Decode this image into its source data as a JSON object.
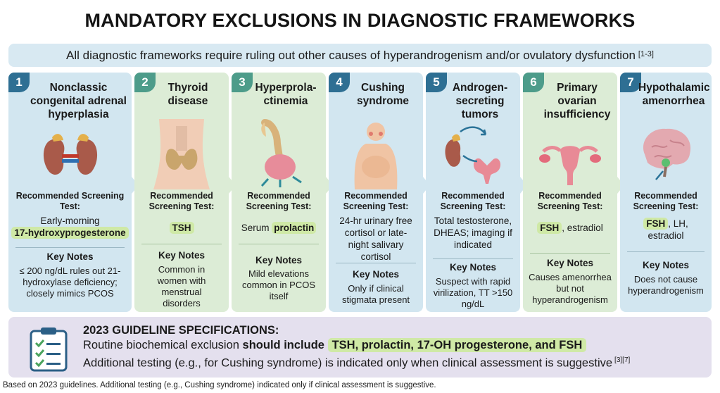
{
  "title": "MANDATORY EXCLUSIONS IN DIAGNOSTIC FRAMEWORKS",
  "subtitle": {
    "text": "All diagnostic frameworks require ruling out other causes of hyperandrogenism and/or ovulatory dysfunction",
    "ref": "[1-3]"
  },
  "columns": [
    {
      "number": "1",
      "title": "Nonclassic congenital adrenal hyperplasia",
      "test_label": "Recommended Screening Test:",
      "test_pre": "Early-morning",
      "test_highlight": "17-hydroxyprogesterone",
      "test_post": "",
      "notes_label": "Key Notes",
      "notes": "≤ 200 ng/dL rules out 21-hydroxylase deficiency; closely mimics PCOS",
      "icon": "adrenal-kidneys-icon"
    },
    {
      "number": "2",
      "title": "Thyroid disease",
      "test_label": "Recommended Screening Test:",
      "test_pre": "",
      "test_highlight": "TSH",
      "test_post": "",
      "notes_label": "Key Notes",
      "notes": "Common in women with menstrual disorders",
      "icon": "thyroid-neck-icon"
    },
    {
      "number": "3",
      "title": "Hyperprola-ctinemia",
      "test_label": "Recommended Screening Test:",
      "test_pre": "Serum",
      "test_highlight": "prolactin",
      "test_post": "",
      "notes_label": "Key Notes",
      "notes": "Mild elevations common in PCOS itself",
      "icon": "pituitary-gland-icon"
    },
    {
      "number": "4",
      "title": "Cushing syndrome",
      "test_label": "Recommended Screening Test:",
      "test_pre": "24-hr urinary free cortisol or late-night salivary cortisol",
      "test_highlight": "",
      "test_post": "",
      "notes_label": "Key Notes",
      "notes": "Only if clinical stigmata present",
      "icon": "body-figure-icon"
    },
    {
      "number": "5",
      "title": "Androgen-secreting tumors",
      "test_label": "Recommended Screening Test:",
      "test_pre": "Total testosterone, DHEAS; imaging if indicated",
      "test_highlight": "",
      "test_post": "",
      "notes_label": "Key Notes",
      "notes": "Suspect with rapid virilization, TT >150 ng/dL",
      "icon": "adrenal-ovary-icon"
    },
    {
      "number": "6",
      "title": "Primary ovarian insufficiency",
      "test_label": "Recommended Screening Test:",
      "test_pre": "",
      "test_highlight": "FSH",
      "test_post": ", estradiol",
      "notes_label": "Key Notes",
      "notes": "Causes amenorrhea but not hyperandrogenism",
      "icon": "uterus-ovaries-icon"
    },
    {
      "number": "7",
      "title": "Hypothalamic amenorrhea",
      "test_label": "Recommended Screening Test:",
      "test_pre": "",
      "test_highlight": "FSH",
      "test_post": ", LH, estradiol",
      "notes_label": "Key Notes",
      "notes": "Does not cause hyperandrogenism",
      "icon": "brain-hypothalamus-icon"
    }
  ],
  "guideline": {
    "title": "2023 GUIDELINE SPECIFICATIONS:",
    "line1_pre": "Routine biochemical exclusion",
    "line1_bold": "should include",
    "line1_highlight": "TSH, prolactin, 17-OH progesterone, and FSH",
    "line2": "Additional testing (e.g., for Cushing syndrome) is indicated only when clinical assessment is suggestive",
    "line2_ref": "[3][7]",
    "icon": "checklist-clipboard-icon"
  },
  "footnote": "Based on 2023 guidelines. Additional testing (e.g., Cushing syndrome) indicated only if clinical assessment is suggestive.",
  "colors": {
    "blue_panel": "#d2e6f0",
    "green_panel": "#dcecd6",
    "highlight": "#cfe9a6",
    "guideline_panel": "#e4e0ee",
    "number_blue": "#2e6f93",
    "number_green": "#4d9c8a"
  }
}
